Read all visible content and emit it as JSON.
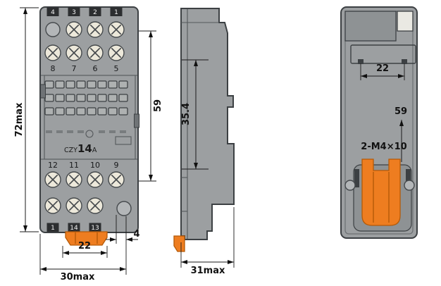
{
  "part": {
    "label_prefix": "CZY",
    "label_number": "14",
    "label_suffix": "A"
  },
  "front_view": {
    "pins_top": [
      "4",
      "3",
      "2",
      "1"
    ],
    "pins_row2": [
      "8",
      "7",
      "6",
      "5"
    ],
    "pins_row3": [
      "12",
      "11",
      "10",
      "9"
    ],
    "pins_bottom": [
      "1",
      "14",
      "13"
    ],
    "dims": {
      "height": "72max",
      "pitch_height": "59",
      "clip_width": "22",
      "width": "30max",
      "hole_offset": "4"
    }
  },
  "side_view": {
    "dims": {
      "rail_height": "35.4",
      "depth": "31max"
    }
  },
  "rear_view": {
    "dims": {
      "slot_width": "22",
      "mount_height": "59",
      "screw_spec": "2-M4×10"
    }
  },
  "colors": {
    "body_gray": "#9c9fa1",
    "outline": "#3c4043",
    "accent_orange": "#ee7d20",
    "screw_face": "#ece8da"
  }
}
